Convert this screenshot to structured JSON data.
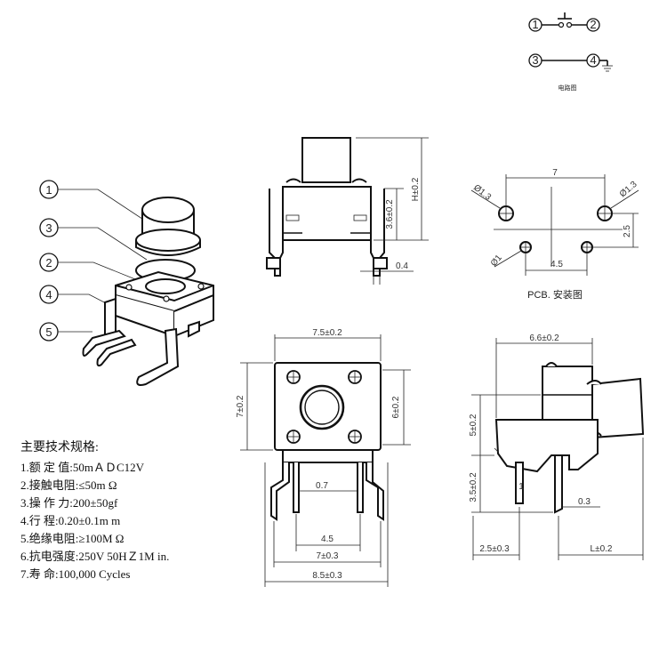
{
  "circuit": {
    "pins": [
      "1",
      "2",
      "3",
      "4"
    ],
    "caption": "电路图"
  },
  "callouts": [
    "1",
    "3",
    "2",
    "4",
    "5"
  ],
  "side_view": {
    "height": "H±0.2",
    "inner_height": "3.6±0.2",
    "lead": "0.4"
  },
  "pcb": {
    "caption": "PCB. 安装图",
    "pitch_x": "7",
    "pitch_y": "2.5",
    "inner_x": "4.5",
    "hole_large_left": "Ø1.3",
    "hole_large_right": "Ø1.3",
    "hole_small": "Ø1"
  },
  "top_view": {
    "width": "7.5±0.2",
    "height": "7±0.2",
    "inner_height": "6±0.2",
    "lead_gap": "0.7",
    "pitch_inner": "4.5",
    "pitch_outer": "7±0.3",
    "overall": "8.5±0.3"
  },
  "right_view": {
    "width": "6.6±0.2",
    "height": "5±0.2",
    "lead_len": "3.5±0.2",
    "lead_tip": "1",
    "lead_w": "0.3",
    "offset": "2.5±0.3",
    "length": "L±0.2"
  },
  "specs": {
    "title": "主要技术规格:",
    "lines": [
      "1.额 定 值:50mＡＤC12V",
      "2.接触电阻:≤50m Ω",
      "3.操 作 力:200±50gf",
      "4.行    程:0.20±0.1m m",
      "5.绝缘电阻:≥100M Ω",
      "6.抗电强度:250V 50HＺ1M in.",
      "7.寿    命:100,000 Cycles"
    ]
  }
}
